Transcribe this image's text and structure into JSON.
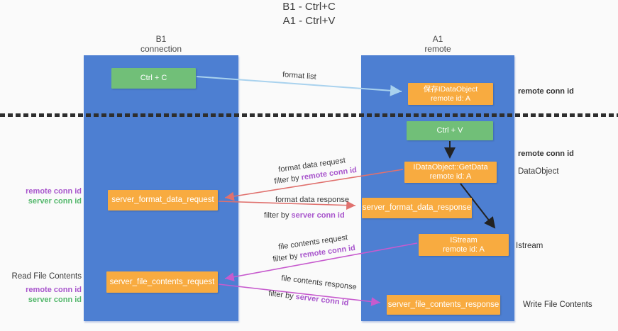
{
  "title": {
    "line1": "B1 - Ctrl+C",
    "line2": "A1 - Ctrl+V"
  },
  "columns": {
    "left": {
      "line1": "B1",
      "line2": "connection"
    },
    "right": {
      "line1": "A1",
      "line2": "remote"
    }
  },
  "nodes": {
    "ctrl_c": {
      "label": "Ctrl + C"
    },
    "ctrl_v": {
      "label": "Ctrl + V"
    },
    "save_idataobject": {
      "line1": "保存IDataObject",
      "line2": "remote id: A"
    },
    "getdata": {
      "line1": "IDataObject::GetData",
      "line2": "remote id: A"
    },
    "istream": {
      "line1": "IStream",
      "line2": "remote id: A"
    },
    "format_request": {
      "label": "server_format_data_request"
    },
    "format_response": {
      "label": "server_format_data_response"
    },
    "file_request": {
      "label": "server_file_contents_request"
    },
    "file_response": {
      "label": "server_file_contents_response"
    }
  },
  "flow_labels": {
    "format_list": "format list",
    "format_data_request": "format data request",
    "filter_remote_1": {
      "prefix": "filter by ",
      "value": "remote conn id"
    },
    "format_data_response": "format data response",
    "filter_server_1": {
      "prefix": "filter by ",
      "value": "server conn id"
    },
    "file_contents_request": "file contents request",
    "filter_remote_2": {
      "prefix": "filter by ",
      "value": "remote conn id"
    },
    "file_contents_response": "file contents response",
    "filter_server_2": {
      "prefix": "filter by ",
      "value": "server conn id"
    }
  },
  "side_labels": {
    "right_remote_conn_id_1": "remote conn id",
    "right_remote_conn_id_2": "remote conn id",
    "dataobject": "DataObject",
    "istream": "Istream",
    "write_file_contents": "Write File Contents",
    "left_remote_conn_id_1": "remote conn id",
    "left_server_conn_id_1": "server conn id",
    "read_file_contents": "Read File Contents",
    "left_remote_conn_id_2": "remote conn id",
    "left_server_conn_id_2": "server conn id"
  },
  "colors": {
    "column_blue": "#4d7fd2",
    "box_orange": "#f8ab40",
    "box_green": "#71bf78",
    "arrow_light_blue": "#a9d2ee",
    "arrow_red": "#e0716e",
    "arrow_magenta": "#c75bce",
    "arrow_black": "#222222",
    "label_purple": "#a855cc",
    "label_green": "#54b86c"
  }
}
